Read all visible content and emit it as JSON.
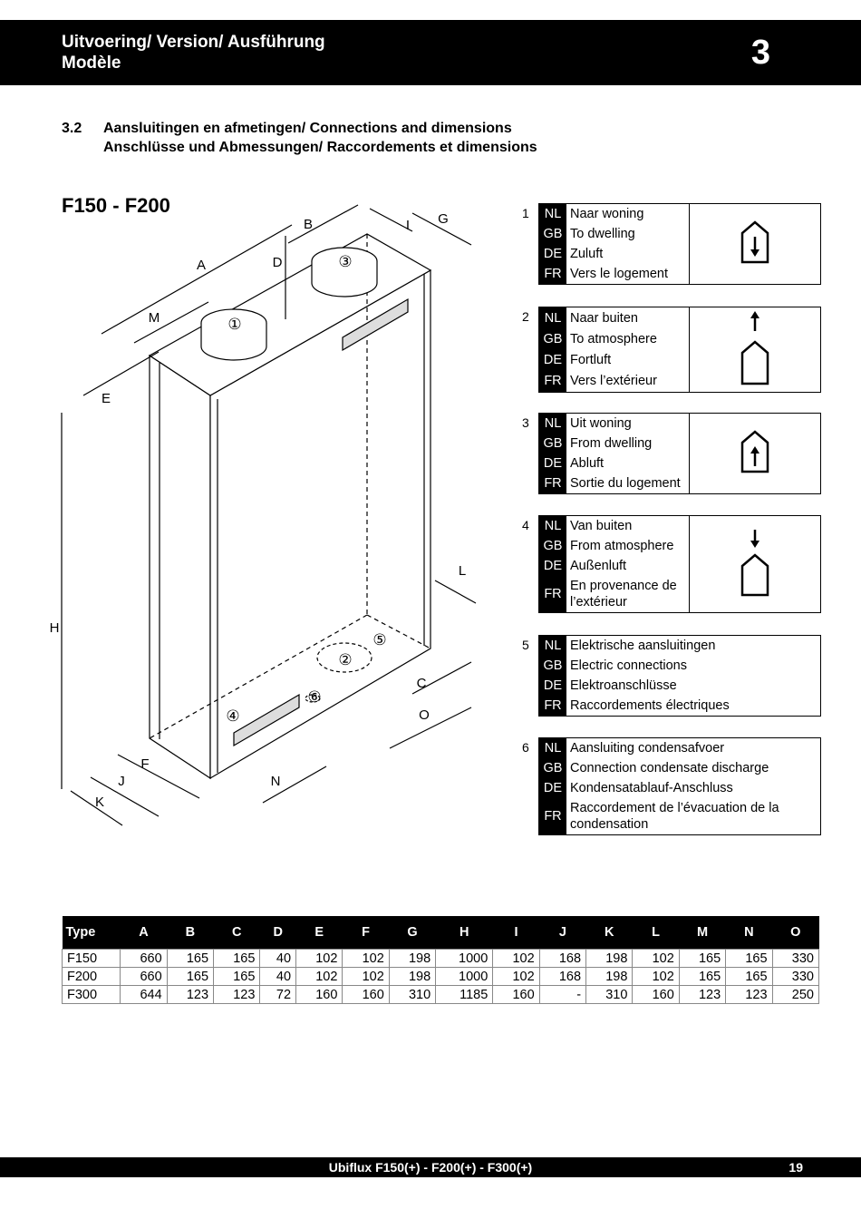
{
  "header": {
    "title_line1": "Uitvoering/ Version/ Ausführung",
    "title_line2": "Modèle",
    "chapter": "3"
  },
  "section": {
    "number": "3.2",
    "title_line1": "Aansluitingen en afmetingen/ Connections and dimensions",
    "title_line2": "Anschlüsse und Abmessungen/ Raccordements et dimensions"
  },
  "model_title": "F150 - F200",
  "drawing": {
    "labels": [
      "A",
      "B",
      "D",
      "I",
      "G",
      "M",
      "E",
      "H",
      "L",
      "C",
      "O",
      "F",
      "J",
      "K",
      "N"
    ],
    "markers": [
      "①",
      "②",
      "③",
      "④",
      "⑤",
      "⑥"
    ]
  },
  "legend": [
    {
      "index": "1",
      "icon": "to-dwelling-icon",
      "rows": [
        [
          "NL",
          "Naar woning"
        ],
        [
          "GB",
          "To dwelling"
        ],
        [
          "DE",
          "Zuluft"
        ],
        [
          "FR",
          "Vers le logement"
        ]
      ]
    },
    {
      "index": "2",
      "icon": "to-atmosphere-icon",
      "rows": [
        [
          "NL",
          "Naar buiten"
        ],
        [
          "GB",
          "To atmosphere"
        ],
        [
          "DE",
          "Fortluft"
        ],
        [
          "FR",
          "Vers l’extérieur"
        ]
      ]
    },
    {
      "index": "3",
      "icon": "from-dwelling-icon",
      "rows": [
        [
          "NL",
          "Uit woning"
        ],
        [
          "GB",
          "From dwelling"
        ],
        [
          "DE",
          "Abluft"
        ],
        [
          "FR",
          "Sortie du logement"
        ]
      ]
    },
    {
      "index": "4",
      "icon": "from-atmosphere-icon",
      "rows": [
        [
          "NL",
          "Van buiten"
        ],
        [
          "GB",
          "From atmosphere"
        ],
        [
          "DE",
          "Außenluft"
        ],
        [
          "FR",
          "En provenance de l’extérieur"
        ]
      ]
    },
    {
      "index": "5",
      "icon": "",
      "rows": [
        [
          "NL",
          "Elektrische aansluitingen"
        ],
        [
          "GB",
          "Electric connections"
        ],
        [
          "DE",
          "Elektroanschlüsse"
        ],
        [
          "FR",
          "Raccordements électriques"
        ]
      ]
    },
    {
      "index": "6",
      "icon": "",
      "rows": [
        [
          "NL",
          "Aansluiting condensafvoer"
        ],
        [
          "GB",
          "Connection condensate discharge"
        ],
        [
          "DE",
          "Kondensatablauf-Anschluss"
        ],
        [
          "FR",
          "Raccordement de l’évacuation de la condensation"
        ]
      ]
    }
  ],
  "dimensions": {
    "headers": [
      "Type",
      "A",
      "B",
      "C",
      "D",
      "E",
      "F",
      "G",
      "H",
      "I",
      "J",
      "K",
      "L",
      "M",
      "N",
      "O"
    ],
    "rows": [
      [
        "F150",
        "660",
        "165",
        "165",
        "40",
        "102",
        "102",
        "198",
        "1000",
        "102",
        "168",
        "198",
        "102",
        "165",
        "165",
        "330"
      ],
      [
        "F200",
        "660",
        "165",
        "165",
        "40",
        "102",
        "102",
        "198",
        "1000",
        "102",
        "168",
        "198",
        "102",
        "165",
        "165",
        "330"
      ],
      [
        "F300",
        "644",
        "123",
        "123",
        "72",
        "160",
        "160",
        "310",
        "1185",
        "160",
        "-",
        "310",
        "160",
        "123",
        "123",
        "250"
      ]
    ]
  },
  "footer": {
    "title": "Ubiflux F150(+) - F200(+) - F300(+)",
    "page": "19"
  }
}
